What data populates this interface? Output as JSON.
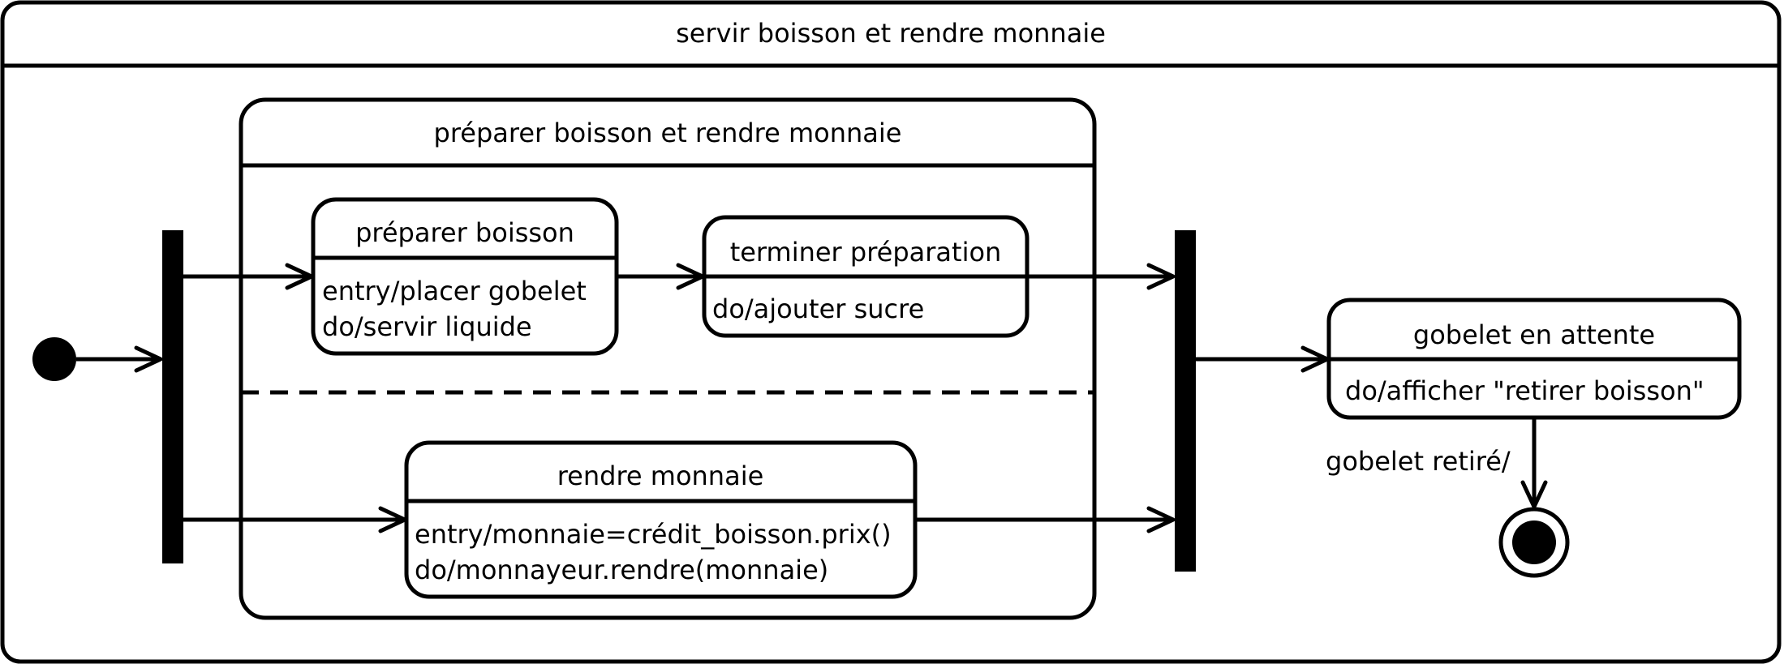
{
  "outer_state": {
    "title": "servir boisson et rendre monnaie"
  },
  "composite_state": {
    "title": "préparer boisson et rendre monnaie"
  },
  "states": {
    "preparer_boisson": {
      "title": "préparer boisson",
      "lines": [
        "entry/placer gobelet",
        "do/servir liquide"
      ]
    },
    "terminer_preparation": {
      "title": "terminer préparation",
      "lines": [
        "do/ajouter sucre"
      ]
    },
    "rendre_monnaie": {
      "title": "rendre monnaie",
      "lines": [
        "entry/monnaie=crédit_boisson.prix()",
        "do/monnayeur.rendre(monnaie)"
      ]
    },
    "gobelet_attente": {
      "title": "gobelet en attente",
      "lines": [
        "do/afficher \"retirer boisson\""
      ]
    }
  },
  "transitions": {
    "gobelet_retire": "gobelet retiré/"
  }
}
